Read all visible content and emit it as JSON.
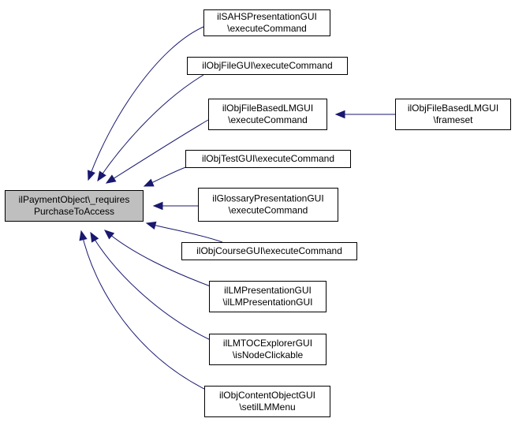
{
  "diagram": {
    "nodes": [
      {
        "id": "focus",
        "lines": [
          "ilPaymentObject\\_requires",
          "PurchaseToAccess"
        ],
        "focus": true
      },
      {
        "id": "sahs",
        "lines": [
          "ilSAHSPresentationGUI",
          "\\executeCommand"
        ]
      },
      {
        "id": "objfile",
        "lines": [
          "ilObjFileGUI\\executeCommand"
        ]
      },
      {
        "id": "objfilelm",
        "lines": [
          "ilObjFileBasedLMGUI",
          "\\executeCommand"
        ]
      },
      {
        "id": "objfilelm_frameset",
        "lines": [
          "ilObjFileBasedLMGUI",
          "\\frameset"
        ]
      },
      {
        "id": "objtest",
        "lines": [
          "ilObjTestGUI\\executeCommand"
        ]
      },
      {
        "id": "glossary",
        "lines": [
          "ilGlossaryPresentationGUI",
          "\\executeCommand"
        ]
      },
      {
        "id": "objcourse",
        "lines": [
          "ilObjCourseGUI\\executeCommand"
        ]
      },
      {
        "id": "lmpres",
        "lines": [
          "ilLMPresentationGUI",
          "\\ilLMPresentationGUI"
        ]
      },
      {
        "id": "lmtoc",
        "lines": [
          "ilLMTOCExplorerGUI",
          "\\isNodeClickable"
        ]
      },
      {
        "id": "contentobj",
        "lines": [
          "ilObjContentObjectGUI",
          "\\setilLMMenu"
        ]
      }
    ],
    "edges": [
      {
        "from": "sahs",
        "to": "focus"
      },
      {
        "from": "objfile",
        "to": "focus"
      },
      {
        "from": "objfilelm",
        "to": "focus"
      },
      {
        "from": "objtest",
        "to": "focus"
      },
      {
        "from": "glossary",
        "to": "focus"
      },
      {
        "from": "objcourse",
        "to": "focus"
      },
      {
        "from": "lmpres",
        "to": "focus"
      },
      {
        "from": "lmtoc",
        "to": "focus"
      },
      {
        "from": "contentobj",
        "to": "focus"
      },
      {
        "from": "objfilelm_frameset",
        "to": "objfilelm"
      }
    ]
  }
}
